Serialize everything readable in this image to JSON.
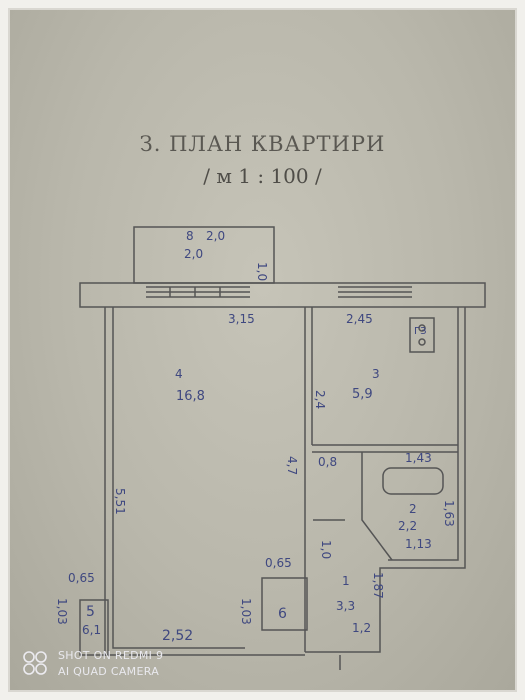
{
  "document": {
    "title": "З. ПЛАН КВАРТИРИ",
    "scale": "/ м 1 : 100 /"
  },
  "balcony": {
    "room_no": "8",
    "width": "2,0",
    "area": "2,0",
    "depth": "1,0"
  },
  "room4": {
    "room_no": "4",
    "area": "16,8",
    "top_width": "3,15",
    "left_length": "5,51",
    "right_length": "4,7"
  },
  "room3": {
    "room_no": "3",
    "area": "5,9",
    "top_width": "2,45",
    "left_length": "2,4",
    "stove": "ГЗ"
  },
  "room2": {
    "room_no": "2",
    "area": "2,2",
    "top_width": "1,43",
    "right_length": "1,63",
    "bottom_width": "1,13",
    "left_small": "0,8"
  },
  "room1": {
    "room_no": "1",
    "area": "3,3",
    "left_length": "1,0",
    "right_length": "1,87",
    "bottom_width": "1,2"
  },
  "room6": {
    "room_no": "6",
    "top_width": "0,65",
    "left_length": "1,03"
  },
  "room5": {
    "room_no": "5",
    "area": "6,1",
    "top_width": "0,65",
    "left_length": "1,03"
  },
  "bottom_dimension": "2,52",
  "camera_watermark": {
    "line1": "SHOT ON REDMI 9",
    "line2": "AI QUAD CAMERA"
  }
}
